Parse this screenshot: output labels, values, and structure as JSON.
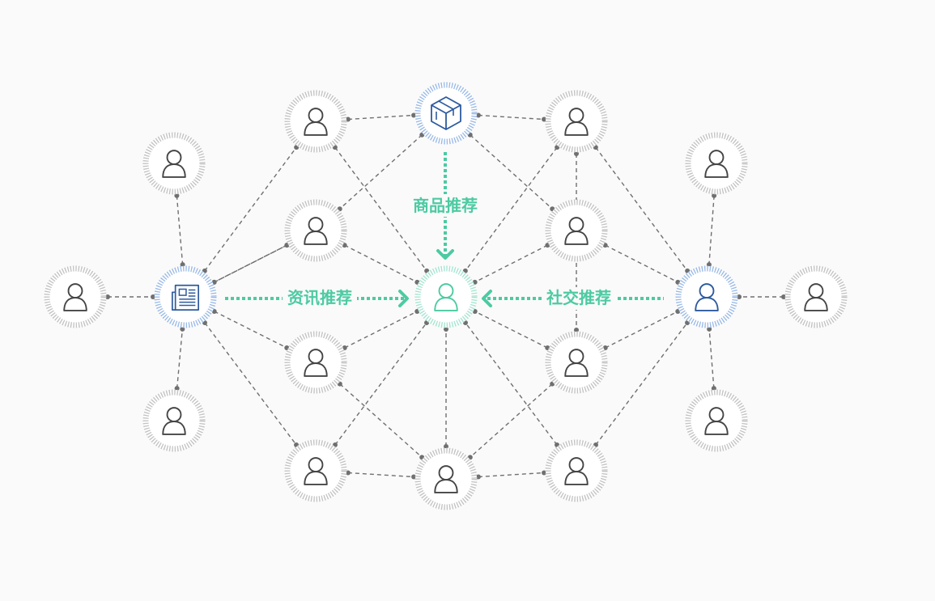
{
  "colors": {
    "background": "#fafafa",
    "node_ring": "#c4c4c4",
    "blue_ring": "#9dbbe6",
    "center_ring": "#a7e4d2",
    "user_icon": "#454545",
    "blue_icon": "#2e5b9e",
    "accent": "#4dcaa2",
    "edge": "#6f6f6f"
  },
  "labels": {
    "product": "商品推荐",
    "news": "资讯推荐",
    "social": "社交推荐"
  },
  "nodes": [
    {
      "id": "center-user",
      "kind": "center",
      "icon": "user-icon"
    },
    {
      "id": "product",
      "kind": "blue",
      "icon": "cube-icon"
    },
    {
      "id": "news",
      "kind": "blue",
      "icon": "newspaper-icon"
    },
    {
      "id": "social-user",
      "kind": "blue",
      "icon": "user-icon"
    },
    {
      "id": "user-1",
      "kind": "user",
      "icon": "user-icon"
    },
    {
      "id": "user-2",
      "kind": "user",
      "icon": "user-icon"
    },
    {
      "id": "user-3",
      "kind": "user",
      "icon": "user-icon"
    },
    {
      "id": "user-4",
      "kind": "user",
      "icon": "user-icon"
    },
    {
      "id": "user-5",
      "kind": "user",
      "icon": "user-icon"
    },
    {
      "id": "user-6",
      "kind": "user",
      "icon": "user-icon"
    },
    {
      "id": "user-7",
      "kind": "user",
      "icon": "user-icon"
    },
    {
      "id": "user-8",
      "kind": "user",
      "icon": "user-icon"
    },
    {
      "id": "user-9",
      "kind": "user",
      "icon": "user-icon"
    },
    {
      "id": "user-10",
      "kind": "user",
      "icon": "user-icon"
    },
    {
      "id": "user-11",
      "kind": "user",
      "icon": "user-icon"
    },
    {
      "id": "user-12",
      "kind": "user",
      "icon": "user-icon"
    },
    {
      "id": "user-13",
      "kind": "user",
      "icon": "user-icon"
    },
    {
      "id": "user-14",
      "kind": "user",
      "icon": "user-icon"
    },
    {
      "id": "user-15",
      "kind": "user",
      "icon": "user-icon"
    },
    {
      "id": "user-16",
      "kind": "user",
      "icon": "user-icon"
    },
    {
      "id": "user-17",
      "kind": "user",
      "icon": "user-icon"
    }
  ],
  "edges": [
    [
      "user-1",
      "product"
    ],
    [
      "product",
      "user-2"
    ],
    [
      "user-5",
      "news"
    ],
    [
      "user-6",
      "news"
    ],
    [
      "user-7",
      "news"
    ],
    [
      "user-8",
      "news"
    ],
    [
      "user-13",
      "social-user"
    ],
    [
      "user-14",
      "social-user"
    ],
    [
      "user-15",
      "social-user"
    ],
    [
      "user-16",
      "social-user"
    ],
    [
      "news",
      "user-1"
    ],
    [
      "news",
      "user-9"
    ],
    [
      "news",
      "user-10"
    ],
    [
      "news",
      "user-11"
    ],
    [
      "user-1",
      "center-user"
    ],
    [
      "product",
      "user-9"
    ],
    [
      "product",
      "user-4"
    ],
    [
      "user-2",
      "center-user"
    ],
    [
      "user-2",
      "social-user"
    ],
    [
      "user-2",
      "user-12"
    ],
    [
      "user-9",
      "center-user"
    ],
    [
      "user-4",
      "center-user"
    ],
    [
      "user-4",
      "social-user"
    ],
    [
      "user-10",
      "center-user"
    ],
    [
      "user-10",
      "user-3"
    ],
    [
      "user-12",
      "center-user"
    ],
    [
      "user-12",
      "user-3"
    ],
    [
      "user-12",
      "social-user"
    ],
    [
      "user-11",
      "center-user"
    ],
    [
      "user-11",
      "user-3"
    ],
    [
      "user-3",
      "center-user"
    ],
    [
      "user-3",
      "user-17"
    ],
    [
      "user-17",
      "center-user"
    ],
    [
      "user-17",
      "social-user"
    ]
  ]
}
